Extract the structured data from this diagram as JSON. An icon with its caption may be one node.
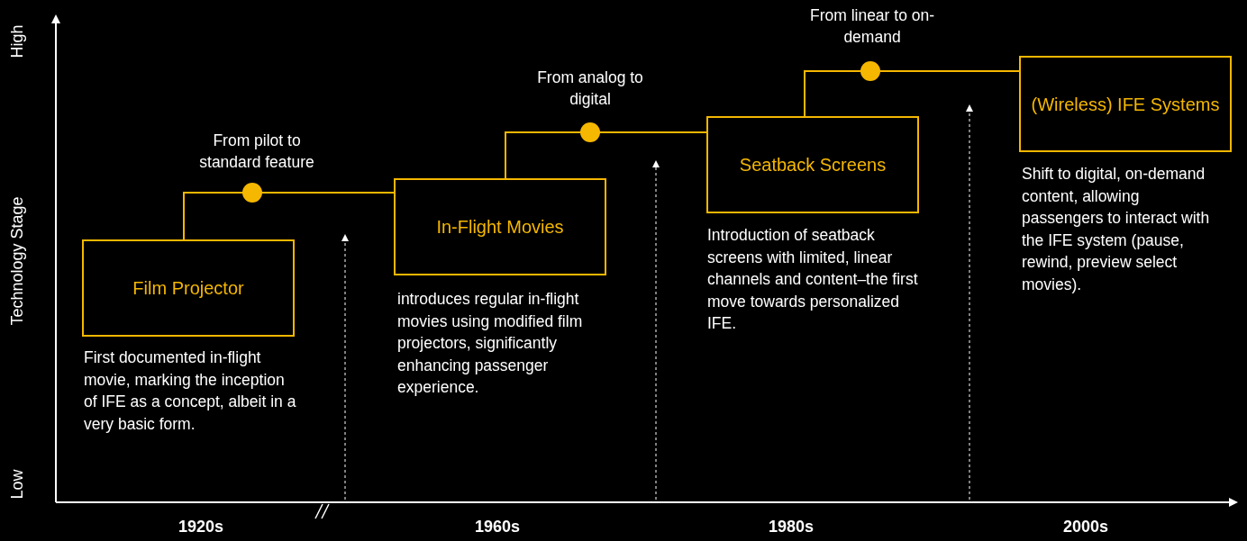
{
  "diagram": {
    "nodes": [
      {
        "text": [
          "Film Projector"
        ],
        "beside": [
          "First documented in-flight movie, marking the inception of IFE as a concept, albeit in a very basic form."
        ]
      },
      {
        "text": [
          "In-Flight Movies"
        ],
        "beside": [
          "introduces regular in-flight movies using modified film projectors, significantly enhancing passenger experience."
        ]
      },
      {
        "text": [
          "Seatback Screens"
        ],
        "beside": [
          "Introduction of seatback screens with limited, linear channels and content–the first move towards personalized IFE."
        ]
      },
      {
        "text": [
          "(Wireless) IFE Systems"
        ],
        "beside": [
          "Shift to digital, on-demand content, allowing passengers to interact with the IFE system (pause, rewind, preview select movies)."
        ]
      }
    ],
    "edges": [
      {
        "from": 0,
        "to": 1,
        "arrow": "none",
        "label": "From pilot to standard feature"
      },
      {
        "from": 1,
        "to": 2,
        "arrow": "none",
        "label": "From analog to digital"
      },
      {
        "from": 2,
        "to": 3,
        "arrow": "none",
        "label": "From linear to on-demand"
      }
    ],
    "labels": [
      "High",
      "Technology Stage",
      "Low",
      "1920s",
      "1960s",
      "1980s",
      "2000s"
    ]
  }
}
